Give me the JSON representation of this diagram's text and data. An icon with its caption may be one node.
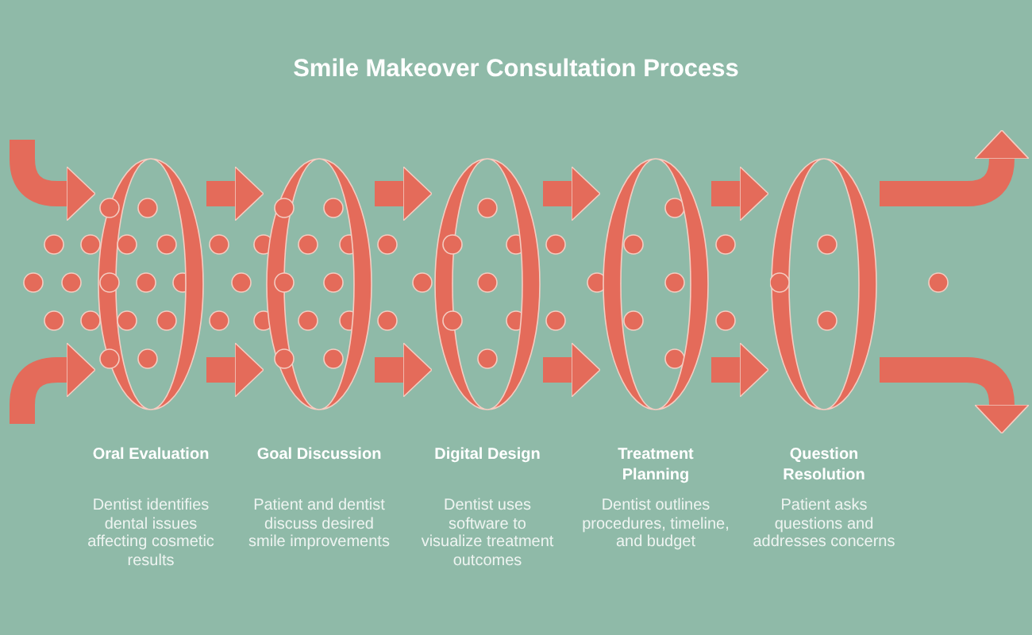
{
  "diagram": {
    "title": "Smile Makeover Consultation Process",
    "nodes": [
      {
        "text": [
          "Oral Evaluation",
          "Dentist identifies dental issues affecting cosmetic results"
        ]
      },
      {
        "text": [
          "Goal Discussion",
          "Patient and dentist discuss desired smile improvements"
        ]
      },
      {
        "text": [
          "Digital Design",
          "Dentist uses software to visualize treatment outcomes"
        ]
      },
      {
        "text": [
          "Treatment Planning",
          "Dentist outlines procedures, timeline, and budget"
        ]
      },
      {
        "text": [
          "Question Resolution",
          "Patient asks questions and addresses concerns"
        ]
      }
    ],
    "edges": [
      {
        "from": null,
        "to": 0,
        "arrow": "to"
      },
      {
        "from": null,
        "to": 0,
        "arrow": "to"
      },
      {
        "from": 0,
        "to": 1,
        "arrow": "to"
      },
      {
        "from": 0,
        "to": 1,
        "arrow": "to"
      },
      {
        "from": 1,
        "to": 2,
        "arrow": "to"
      },
      {
        "from": 1,
        "to": 2,
        "arrow": "to"
      },
      {
        "from": 2,
        "to": 3,
        "arrow": "to"
      },
      {
        "from": 2,
        "to": 3,
        "arrow": "to"
      },
      {
        "from": 3,
        "to": 4,
        "arrow": "to"
      },
      {
        "from": 3,
        "to": 4,
        "arrow": "to"
      },
      {
        "from": 4,
        "to": null,
        "arrow": "to"
      },
      {
        "from": 4,
        "to": null,
        "arrow": "to"
      }
    ]
  }
}
